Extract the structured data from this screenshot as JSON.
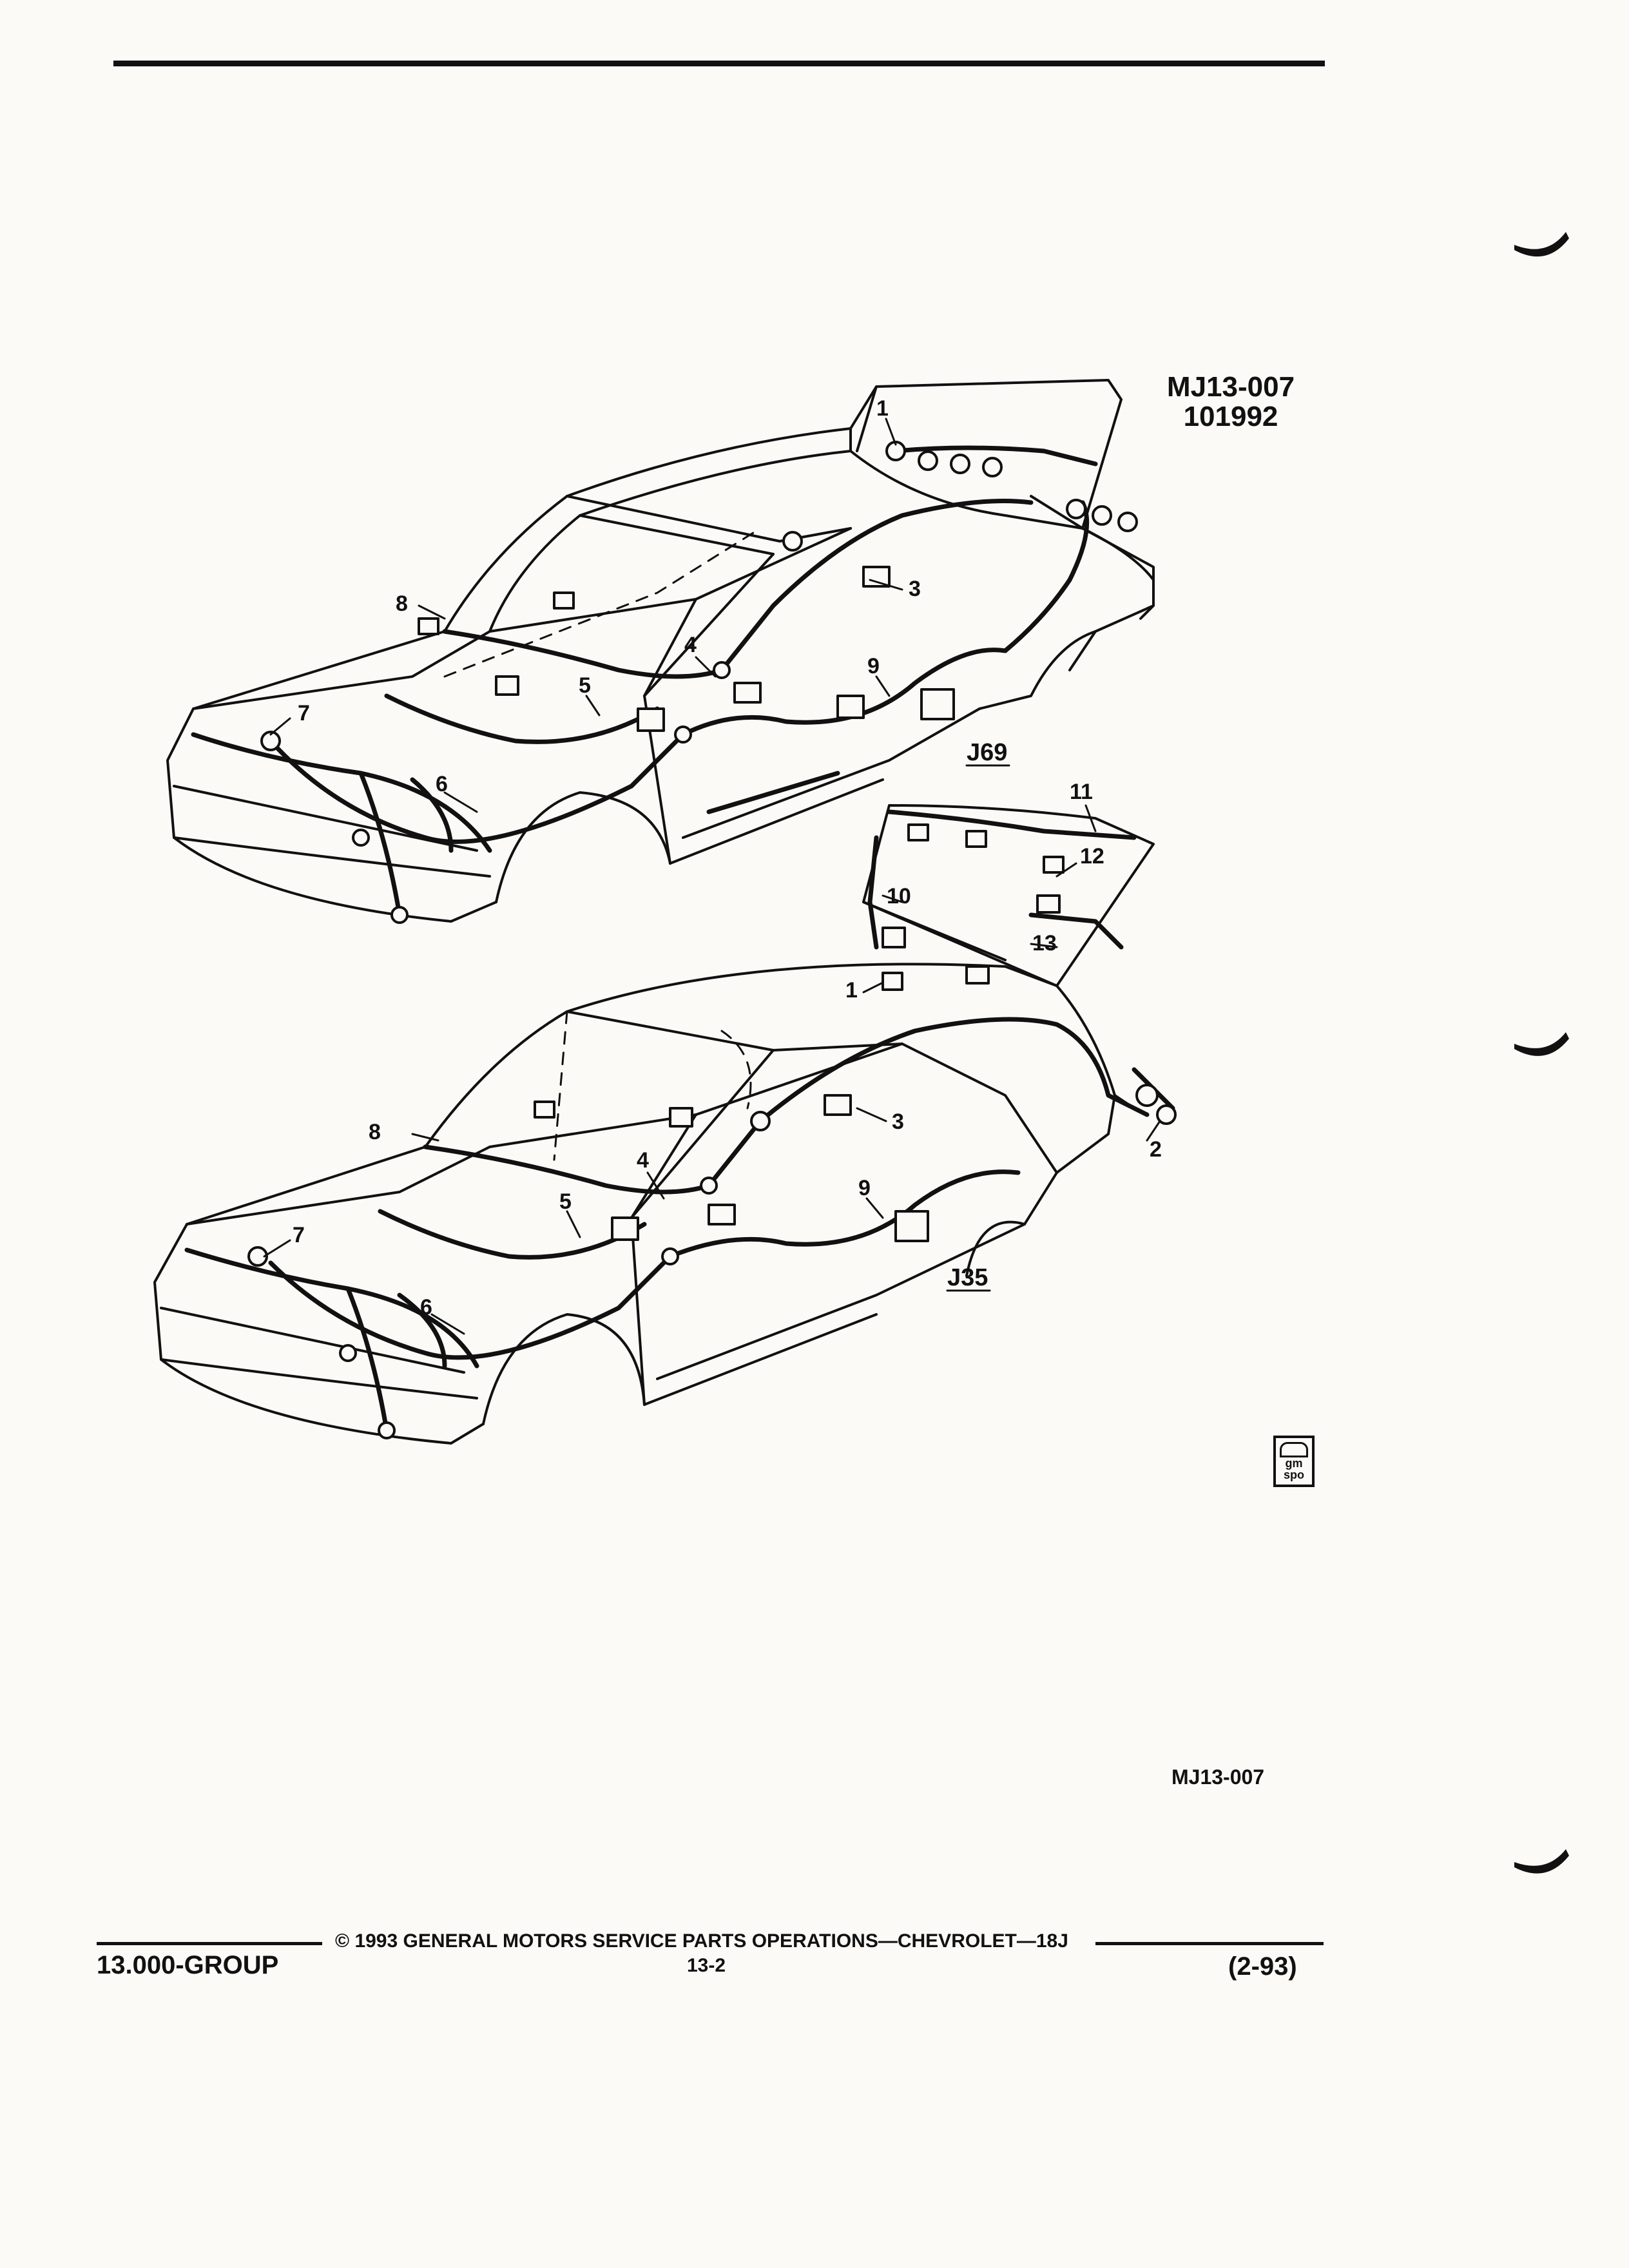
{
  "header": {
    "figure_code": "MJ13-007",
    "figure_date": "101992"
  },
  "diagram": {
    "variants": [
      {
        "code": "J69",
        "callouts": [
          "1",
          "3",
          "4",
          "5",
          "6",
          "7",
          "8",
          "9"
        ]
      },
      {
        "code": "J35",
        "callouts": [
          "1",
          "2",
          "3",
          "4",
          "5",
          "6",
          "7",
          "8",
          "9",
          "10",
          "11",
          "12",
          "13"
        ]
      }
    ]
  },
  "badge": {
    "top": "gm",
    "bottom": "spo"
  },
  "figure_ref_bottom": "MJ13-007",
  "footer": {
    "copyright": "© 1993 GENERAL MOTORS SERVICE PARTS OPERATIONS—CHEVROLET—18J",
    "group": "13.000-GROUP",
    "page": "13-2",
    "revision": "(2-93)"
  }
}
